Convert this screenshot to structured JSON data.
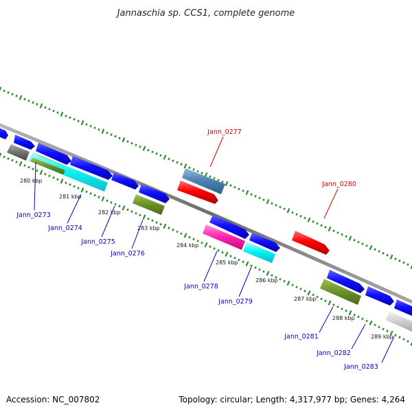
{
  "title": "Jannaschia sp. CCS1, complete genome",
  "footer": {
    "accession": "Accession: NC_007802",
    "summary": "Topology: circular; Length: 4,317,977 bp; Genes: 4,264"
  },
  "colors": {
    "backbone": "#7a7a7a",
    "tick": "#2a8a2a",
    "label_blue": "#0000cc",
    "label_red": "#dd0000"
  },
  "ruler": [
    "280 kbp",
    "281 kbp",
    "282 kbp",
    "283 kbp",
    "284 kbp",
    "285 kbp",
    "286 kbp",
    "287 kbp",
    "288 kbp",
    "289 kbp"
  ],
  "labels": [
    {
      "text": "Jann_0273",
      "color": "blue"
    },
    {
      "text": "Jann_0274",
      "color": "blue"
    },
    {
      "text": "Jann_0275",
      "color": "blue"
    },
    {
      "text": "Jann_0276",
      "color": "blue"
    },
    {
      "text": "Jann_0277",
      "color": "red"
    },
    {
      "text": "Jann_0278",
      "color": "blue"
    },
    {
      "text": "Jann_0279",
      "color": "blue"
    },
    {
      "text": "Jann_0280",
      "color": "red"
    },
    {
      "text": "Jann_0281",
      "color": "blue"
    },
    {
      "text": "Jann_0282",
      "color": "blue"
    },
    {
      "text": "Jann_0283",
      "color": "blue"
    }
  ]
}
